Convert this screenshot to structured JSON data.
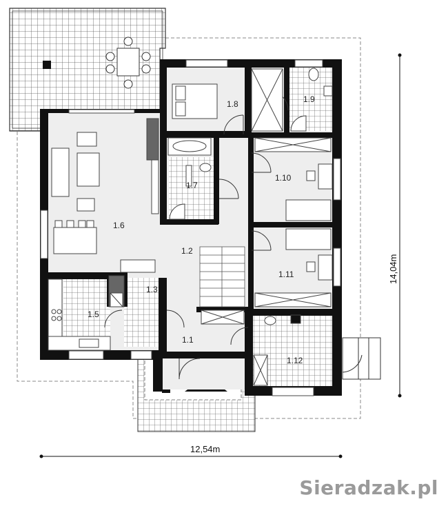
{
  "rooms": {
    "r1_1": "1.1",
    "r1_2": "1.2",
    "r1_3": "1.3",
    "r1_5": "1.5",
    "r1_6": "1.6",
    "r1_7": "1.7",
    "r1_8": "1.8",
    "r1_9": "1.9",
    "r1_10": "1.10",
    "r1_11": "1.11",
    "r1_12": "1.12"
  },
  "dimensions": {
    "width": "12,54m",
    "depth": "14,04m"
  },
  "brand": "Sieradzak.pl",
  "colors": {
    "wall": "#111111",
    "floor": "#eeeeee",
    "tile_grid": "#6b6b6b",
    "dashed": "#888888"
  }
}
